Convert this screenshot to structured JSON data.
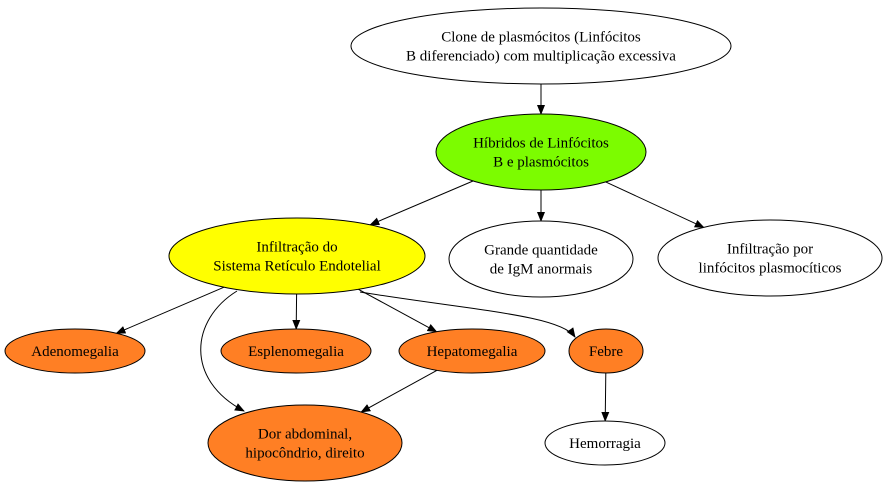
{
  "nodes": [
    {
      "id": "clone",
      "lines": [
        "Clone de plasmócitos (Linfócitos",
        "B diferenciado) com multiplicação excessiva"
      ],
      "fill": "#ffffff"
    },
    {
      "id": "hibridos",
      "lines": [
        "Híbridos de Linfócitos",
        "B e plasmócitos"
      ],
      "fill": "#7cfc00"
    },
    {
      "id": "infiltracao-sre",
      "lines": [
        "Infiltração do",
        "Sistema Retículo Endotelial"
      ],
      "fill": "#ffff00"
    },
    {
      "id": "igm",
      "lines": [
        "Grande quantidade",
        "de IgM anormais"
      ],
      "fill": "#ffffff"
    },
    {
      "id": "infiltracao-linfocitos",
      "lines": [
        "Infiltração por",
        "linfócitos plasmocíticos"
      ],
      "fill": "#ffffff"
    },
    {
      "id": "adenomegalia",
      "lines": [
        "Adenomegalia"
      ],
      "fill": "#ff7f24"
    },
    {
      "id": "esplenomegalia",
      "lines": [
        "Esplenomegalia"
      ],
      "fill": "#ff7f24"
    },
    {
      "id": "hepatomegalia",
      "lines": [
        "Hepatomegalia"
      ],
      "fill": "#ff7f24"
    },
    {
      "id": "febre",
      "lines": [
        "Febre"
      ],
      "fill": "#ff7f24"
    },
    {
      "id": "dor",
      "lines": [
        "Dor abdominal,",
        "hipocôndrio, direito"
      ],
      "fill": "#ff7f24"
    },
    {
      "id": "hemorragia",
      "lines": [
        "Hemorragia"
      ],
      "fill": "#ffffff"
    }
  ],
  "edges": [
    {
      "from": "clone",
      "to": "hibridos"
    },
    {
      "from": "hibridos",
      "to": "infiltracao-sre"
    },
    {
      "from": "hibridos",
      "to": "igm"
    },
    {
      "from": "hibridos",
      "to": "infiltracao-linfocitos"
    },
    {
      "from": "infiltracao-sre",
      "to": "adenomegalia"
    },
    {
      "from": "infiltracao-sre",
      "to": "esplenomegalia"
    },
    {
      "from": "infiltracao-sre",
      "to": "hepatomegalia"
    },
    {
      "from": "infiltracao-sre",
      "to": "febre"
    },
    {
      "from": "infiltracao-sre",
      "to": "dor"
    },
    {
      "from": "hepatomegalia",
      "to": "dor"
    },
    {
      "from": "febre",
      "to": "hemorragia"
    }
  ],
  "colors": {
    "stroke": "#000000",
    "green": "#7cfc00",
    "yellow": "#ffff00",
    "orange": "#ff7f24"
  }
}
